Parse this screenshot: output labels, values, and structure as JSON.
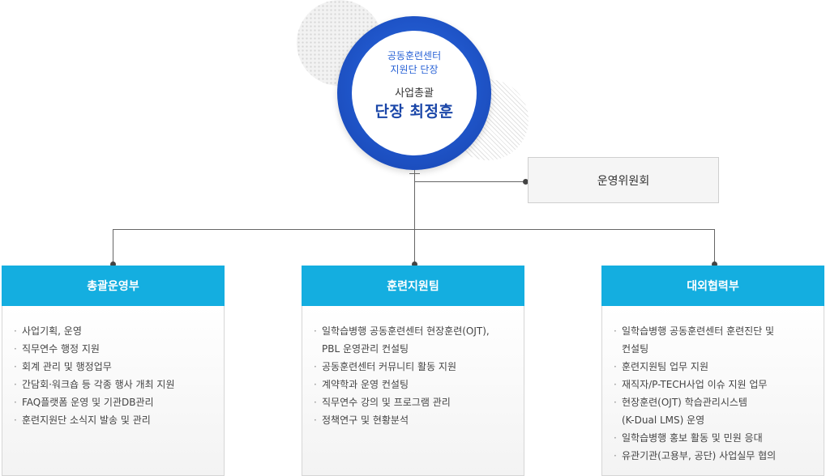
{
  "center": {
    "org_line1": "공동훈련센터",
    "org_line2": "지원단 단장",
    "role": "사업총괄",
    "name": "단장 최정훈"
  },
  "committee": {
    "label": "운영위원회"
  },
  "departments": [
    {
      "title": "총괄운영부",
      "items": [
        "사업기획, 운영",
        "직무연수 행정 지원",
        "회계 관리 및 행정업무",
        "간담회·워크숍 등 각종 행사 개최 지원",
        "FAQ플랫폼 운영 및 기관DB관리",
        "훈련지원단 소식지 발송 및 관리"
      ]
    },
    {
      "title": "훈련지원팀",
      "items": [
        "일학습병행 공동훈련센터 현장훈련(OJT),",
        "PBL 운영관리 컨설팅",
        "공동훈련센터 커뮤니티 활동 지원",
        "계약학과 운영 컨설팅",
        "직무연수 강의 및 프로그램 관리",
        "정책연구 및 현황분석"
      ]
    },
    {
      "title": "대외협력부",
      "items": [
        "일학습병행 공동훈련센터 훈련진단 및",
        "컨설팅",
        "훈련지원팀 업무 지원",
        "재직자/P-TECH사업 이슈 지원 업무",
        "현장훈련(OJT) 학습관리시스템",
        "(K-Dual LMS) 운영",
        "일학습병행 홍보 활동 및 민원 응대",
        "유관기관(고용부, 공단) 사업실무 협의"
      ]
    }
  ]
}
